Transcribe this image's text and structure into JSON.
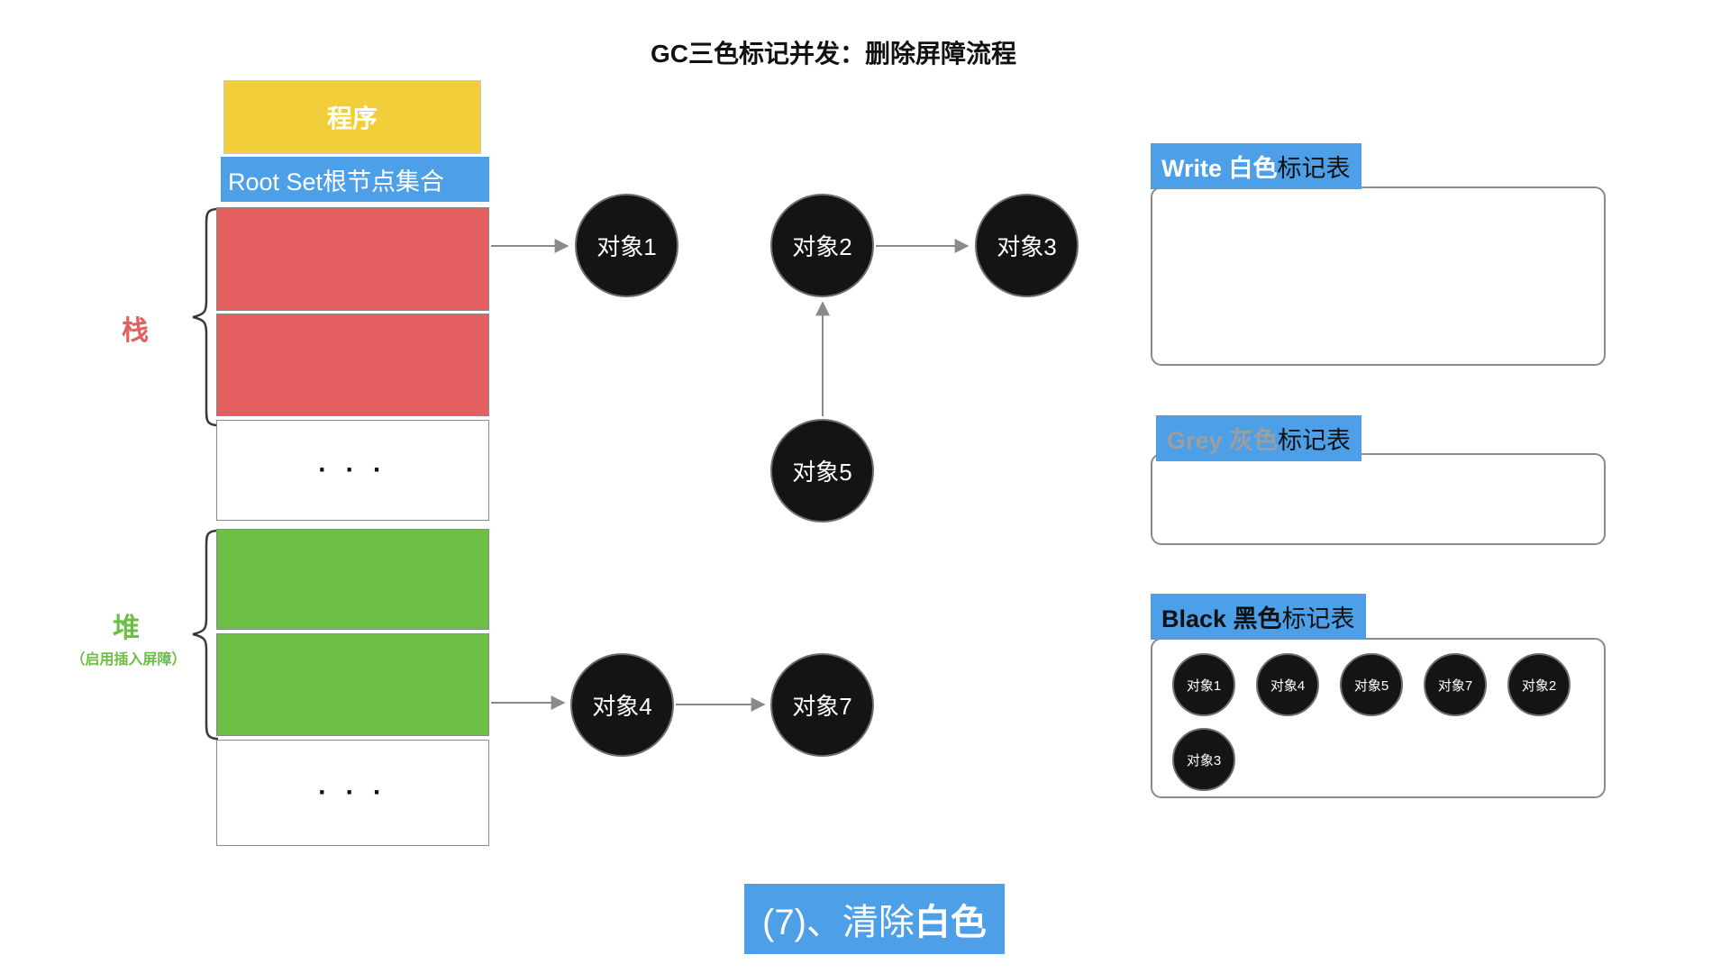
{
  "title": "GC三色标记并发：删除屏障流程",
  "memory": {
    "program": "程序",
    "root_set": "Root Set根节点集合",
    "stack_label": "栈",
    "heap_label": "堆",
    "heap_note": "（启用插入屏障）",
    "dots_top": "· · ·",
    "dots_bottom": "· · ·"
  },
  "nodes": {
    "obj1": "对象1",
    "obj2": "对象2",
    "obj3": "对象3",
    "obj4": "对象4",
    "obj5": "对象5",
    "obj7": "对象7"
  },
  "tables": {
    "white": {
      "label_strong": "Write 白色",
      "label_rest": "标记表",
      "items": []
    },
    "grey": {
      "label_strong": "Grey 灰色",
      "label_rest": "标记表",
      "items": []
    },
    "black": {
      "label_strong": "Black 黑色",
      "label_rest": "标记表",
      "row1": [
        "对象1",
        "对象4",
        "对象5",
        "对象7",
        "对象2"
      ],
      "row2": [
        "对象3"
      ]
    }
  },
  "step": {
    "prefix": "(7)、清除",
    "highlight": "白色"
  },
  "colors": {
    "header_blue": "#4D9FE8",
    "program_yellow": "#F2CF3A",
    "stack_red": "#E45F5F",
    "heap_green": "#6CBE45",
    "node_black": "#141414"
  }
}
